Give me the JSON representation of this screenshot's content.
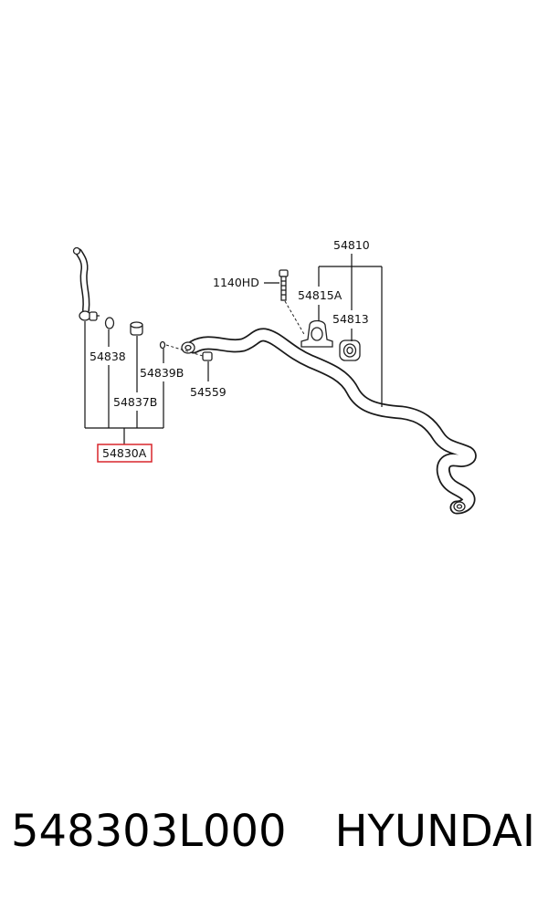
{
  "diagram": {
    "labels": {
      "p54810": "54810",
      "p1140hd": "1140HD",
      "p54815a": "54815A",
      "p54813": "54813",
      "p54838": "54838",
      "p54839b": "54839B",
      "p54559": "54559",
      "p54837b": "54837B",
      "p54830a": "54830A"
    },
    "highlight_color": "#d9262c"
  },
  "footer": {
    "part_number": "548303L000",
    "brand": "HYUNDAI"
  }
}
